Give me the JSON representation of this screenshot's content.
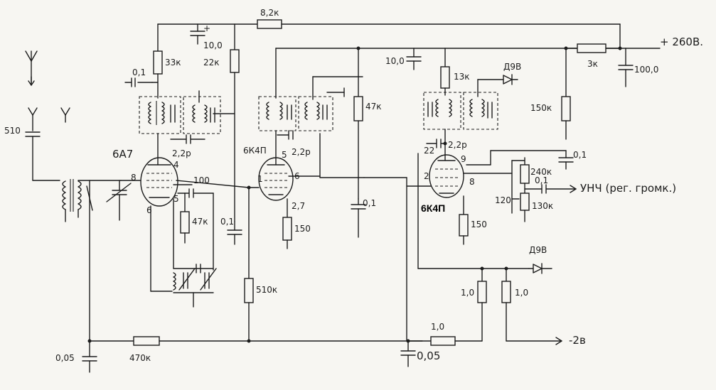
{
  "labels": {
    "c_antenna": "510",
    "c_agc": "0,05",
    "r_agc": "470к",
    "r_sg_mixer": "33к",
    "c_decoupling_1": "0,1",
    "c_top": "10,0",
    "r_sg_feed": "22к",
    "r_bus": "8,2к",
    "tube_mixer": "6А7",
    "c_if1_couple": "2,2р",
    "pin_8": "8",
    "pin_4": "4",
    "pin_5": "5",
    "pin_6a": "6",
    "c_grid_couple": "100",
    "r_osc_grid": "47к",
    "c_screen_bypass": "0,1",
    "r_ground_bus": "510к",
    "tube_if": "6К4П",
    "pin_5b": "5",
    "c_if2_couple": "2,2р",
    "pin_1": "1",
    "pin_6b": "6",
    "cap_if_cathode": "2,7",
    "r_if_cathode": "150",
    "r_if_screen": "47к",
    "c_if_screen": "0,1",
    "c_supply": "10,0",
    "r_det_plate": "13к",
    "diode_top": "Д9В",
    "r_det_screen": "150к",
    "c_22": "22",
    "c_det_couple": "2,2р",
    "pin_9": "9",
    "pin_2": "2",
    "pin_8b": "8",
    "tube_det": "6К4П",
    "r_det_cathode": "150",
    "c_det_bypass": "0,1",
    "r_240": "240к",
    "c_out": "0,1",
    "c_120": "120",
    "r_130": "130к",
    "output": "УНЧ (рег. громк.)",
    "r_filter": "3к",
    "c_filter": "100,0",
    "supply": "+ 260В.",
    "diode_bottom": "Д9В",
    "r_bias_1": "1,0",
    "r_bias_2": "1,0",
    "r_bias_3": "1,0",
    "bias_supply": "-2в",
    "c_bottom": "0,05"
  }
}
